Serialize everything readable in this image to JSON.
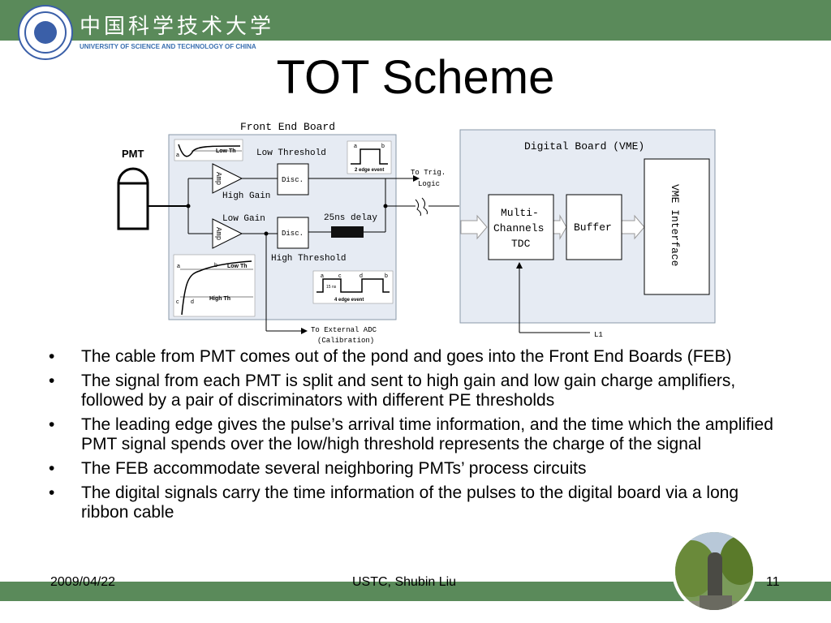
{
  "header": {
    "university_cn": "中国科学技术大学",
    "university_en": "UNIVERSITY OF SCIENCE AND TECHNOLOGY OF CHINA",
    "band_color": "#5a8a5a"
  },
  "title": "TOT Scheme",
  "diagram": {
    "pmt": "PMT",
    "front_end_board": "Front End Board",
    "low_threshold": "Low Threshold",
    "low_th_tag": "Low Th",
    "high_th_tag": "High Th",
    "two_edge_event": "2 edge event",
    "four_edge_event": "4 edge event",
    "amp": "Amp",
    "disc": "Disc.",
    "high_gain": "High Gain",
    "low_gain": "Low Gain",
    "delay": "25ns delay",
    "high_threshold": "High Threshold",
    "to_trig_line1": "To Trig.",
    "to_trig_line2": "Logic",
    "to_adc_line1": "To External ADC",
    "to_adc_line2": "(Calibration)",
    "digital_board": "Digital Board (VME)",
    "tdc_line1": "Multi-",
    "tdc_line2": "Channels",
    "tdc_line3": "TDC",
    "buffer": "Buffer",
    "vme_interface": "VME Interface",
    "l1": "L1",
    "wave_a": "a",
    "wave_b": "b",
    "wave_c": "c",
    "wave_d": "d",
    "wave_ns": "15 ns"
  },
  "bullets": [
    "The cable from PMT comes out of the pond and goes into the Front End Boards (FEB)",
    "The signal from each PMT is split and sent to high gain and low gain charge amplifiers, followed by a pair of discriminators with different PE thresholds",
    "The leading edge gives the pulse’s arrival time information, and the time which the amplified PMT signal spends over the low/high threshold represents the charge of the signal",
    "The FEB accommodate several neighboring PMTs’ process circuits",
    "The digital signals carry the time information of the pulses to the digital board via a long ribbon cable"
  ],
  "footer": {
    "date": "2009/04/22",
    "author": "USTC, Shubin Liu",
    "page": "11"
  }
}
